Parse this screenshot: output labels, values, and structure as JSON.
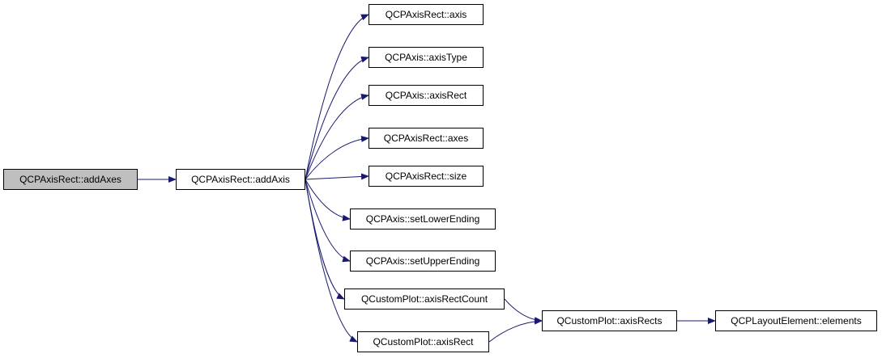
{
  "colors": {
    "edge": "#191970",
    "root_fill": "#bfbfbf",
    "node_fill": "#ffffff",
    "border": "#000000"
  },
  "nodes": {
    "root": "QCPAxisRect::addAxes",
    "addAxis": "QCPAxisRect::addAxis",
    "axis": "QCPAxisRect::axis",
    "axisType": "QCPAxis::axisType",
    "axisRect": "QCPAxis::axisRect",
    "axes": "QCPAxisRect::axes",
    "size": "QCPAxisRect::size",
    "setLowerEnding": "QCPAxis::setLowerEnding",
    "setUpperEnding": "QCPAxis::setUpperEnding",
    "axisRectCount": "QCustomPlot::axisRectCount",
    "cpAxisRect": "QCustomPlot::axisRect",
    "axisRects": "QCustomPlot::axisRects",
    "elements": "QCPLayoutElement::elements"
  },
  "edges": [
    [
      "root",
      "addAxis"
    ],
    [
      "addAxis",
      "axis"
    ],
    [
      "addAxis",
      "axisType"
    ],
    [
      "addAxis",
      "axisRect"
    ],
    [
      "addAxis",
      "axes"
    ],
    [
      "addAxis",
      "size"
    ],
    [
      "addAxis",
      "setLowerEnding"
    ],
    [
      "addAxis",
      "setUpperEnding"
    ],
    [
      "addAxis",
      "axisRectCount"
    ],
    [
      "addAxis",
      "cpAxisRect"
    ],
    [
      "axisRectCount",
      "axisRects"
    ],
    [
      "cpAxisRect",
      "axisRects"
    ],
    [
      "axisRects",
      "elements"
    ]
  ]
}
